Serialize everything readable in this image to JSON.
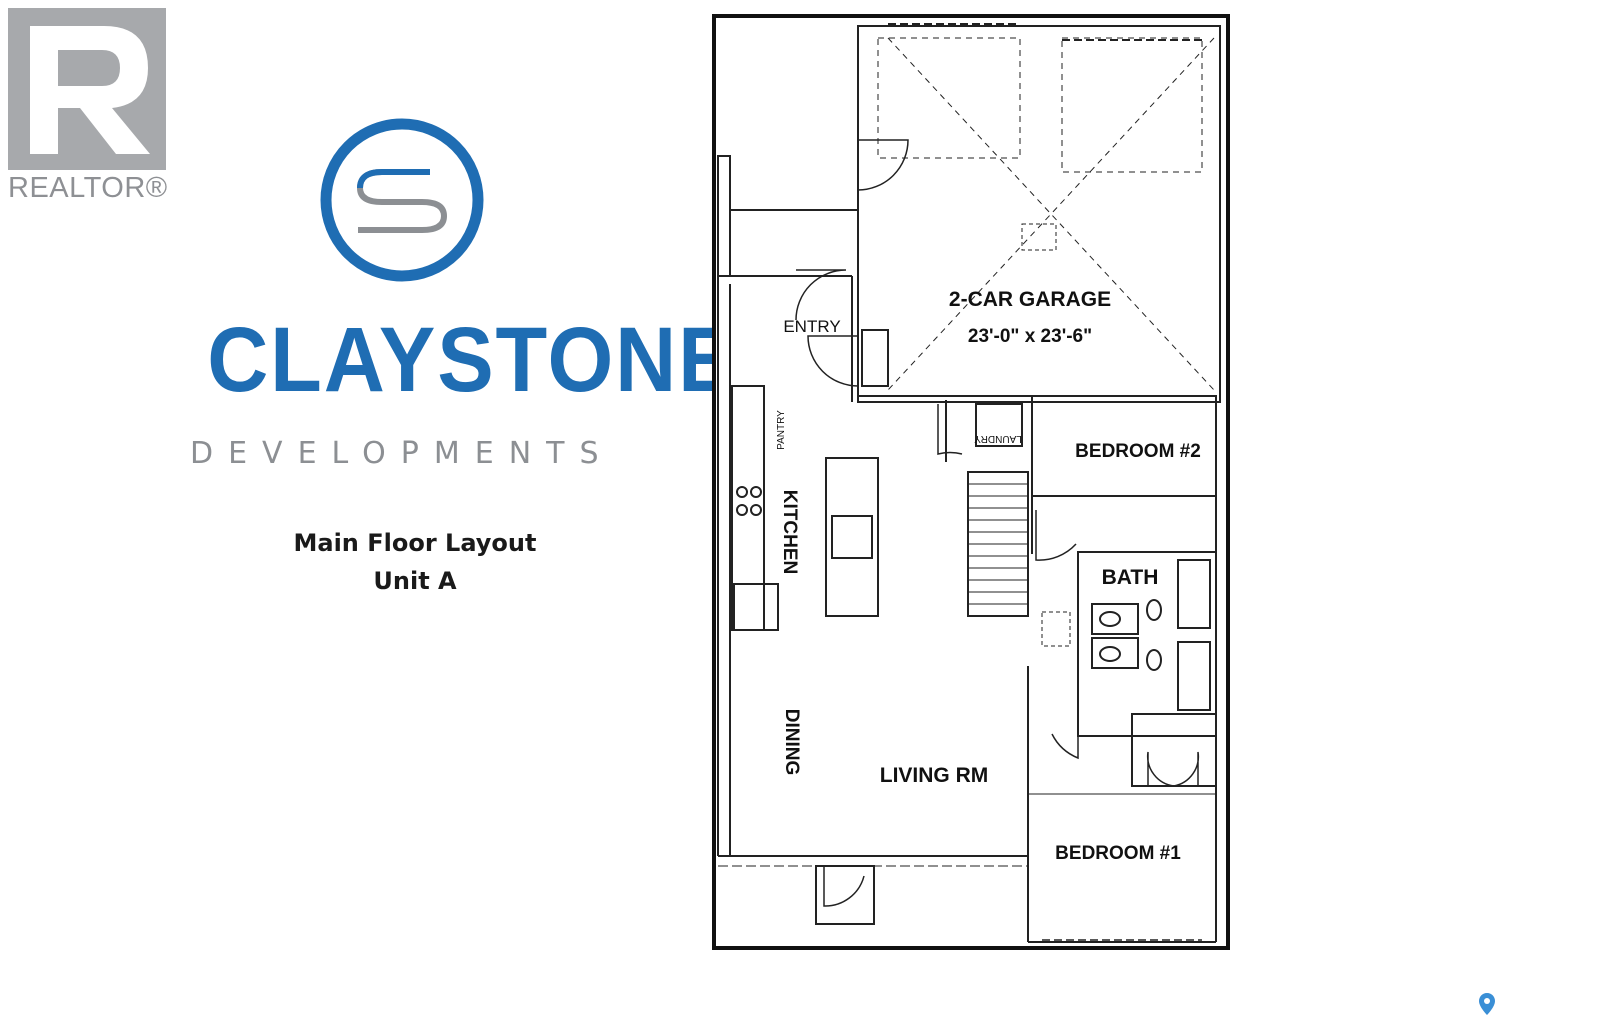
{
  "realtor": {
    "wordmark": "REALTOR®"
  },
  "brand": {
    "name": "CLAYSTONE",
    "subtitle": "DEVELOPMENTS"
  },
  "layout": {
    "title_line1": "Main Floor Layout",
    "title_line2": "Unit A"
  },
  "floorplan": {
    "rooms": {
      "garage": "2-CAR GARAGE",
      "garage_size": "23'-0\" x 23'-6\"",
      "entry": "ENTRY",
      "pantry": "PANTRY",
      "laundry": "LAUNDRY",
      "kitchen": "KITCHEN",
      "dining": "DINING",
      "living": "LIVING RM",
      "bedroom2": "BEDROOM #2",
      "bath": "BATH",
      "bedroom1": "BEDROOM #1"
    }
  },
  "colors": {
    "brand_blue": "#1f6db3",
    "realtor_gray": "#a7a9ac",
    "line": "#111111",
    "accent_pin": "#3a8fd6"
  },
  "icons": {
    "realtor": "realtor-r-logo-icon",
    "claystone": "claystone-s-logo-icon",
    "map_pin": "map-pin-icon"
  }
}
